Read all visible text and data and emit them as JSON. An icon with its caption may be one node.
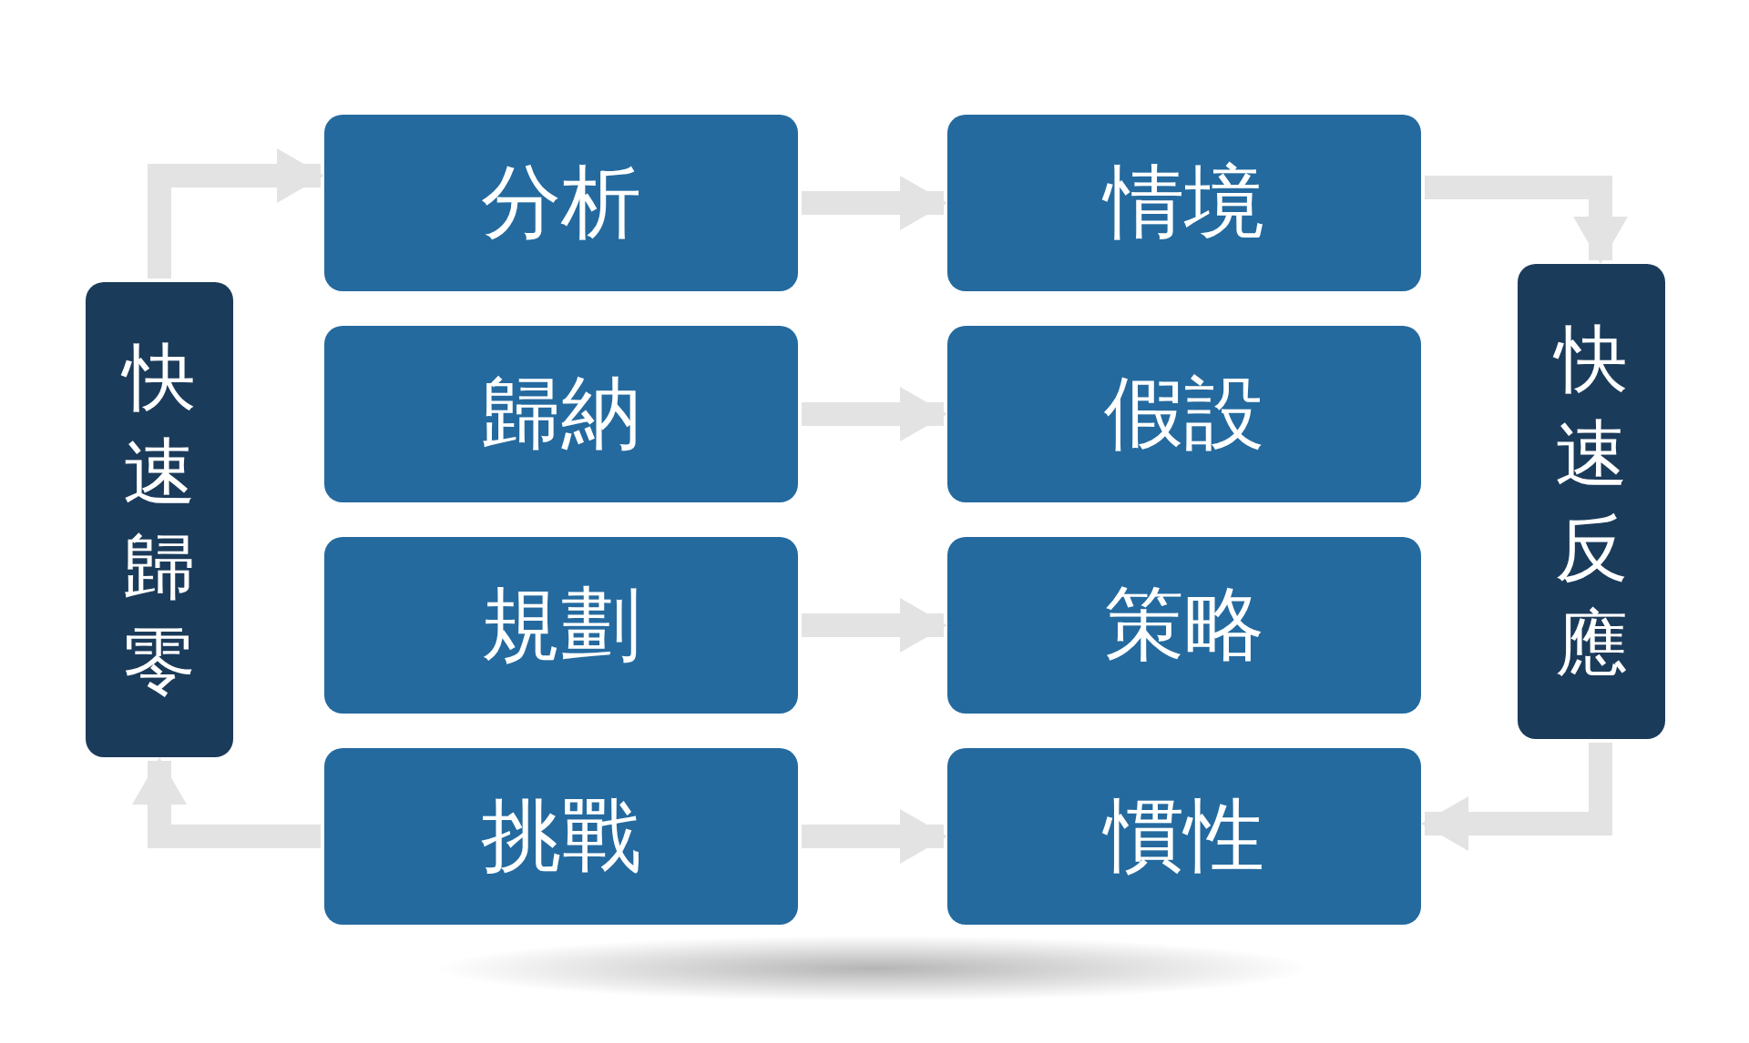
{
  "diagram": {
    "nodes": [
      {
        "text": [
          "分析"
        ]
      },
      {
        "text": [
          "情境"
        ]
      },
      {
        "text": [
          "歸納"
        ]
      },
      {
        "text": [
          "假設"
        ]
      },
      {
        "text": [
          "規劃"
        ]
      },
      {
        "text": [
          "策略"
        ]
      },
      {
        "text": [
          "挑戰"
        ]
      },
      {
        "text": [
          "慣性"
        ]
      },
      {
        "text": [
          "快速歸零"
        ]
      },
      {
        "text": [
          "快速反應"
        ]
      }
    ],
    "edges": [
      {
        "from": 0,
        "to": 1,
        "arrow": "to"
      },
      {
        "from": 2,
        "to": 3,
        "arrow": "to"
      },
      {
        "from": 4,
        "to": 5,
        "arrow": "to"
      },
      {
        "from": 6,
        "to": 7,
        "arrow": "to"
      },
      {
        "from": 1,
        "to": 9,
        "arrow": "to"
      },
      {
        "from": 9,
        "to": 7,
        "arrow": "to"
      },
      {
        "from": 6,
        "to": 8,
        "arrow": "to"
      },
      {
        "from": 8,
        "to": 0,
        "arrow": "to"
      }
    ]
  }
}
